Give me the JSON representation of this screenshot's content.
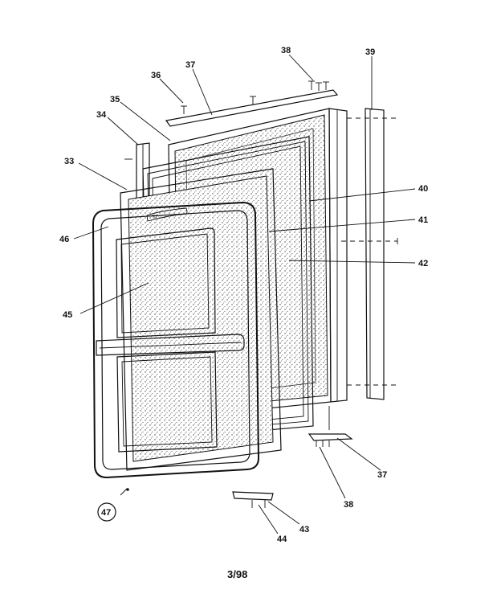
{
  "labels": {
    "l33": "33",
    "l34": "34",
    "l35": "35",
    "l36": "36",
    "l37a": "37",
    "l38a": "38",
    "l39": "39",
    "l40": "40",
    "l41": "41",
    "l42": "42",
    "l45": "45",
    "l46": "46",
    "l47": "47",
    "l37b": "37",
    "l38b": "38",
    "l43": "43",
    "l44": "44"
  },
  "footer": "3/98"
}
